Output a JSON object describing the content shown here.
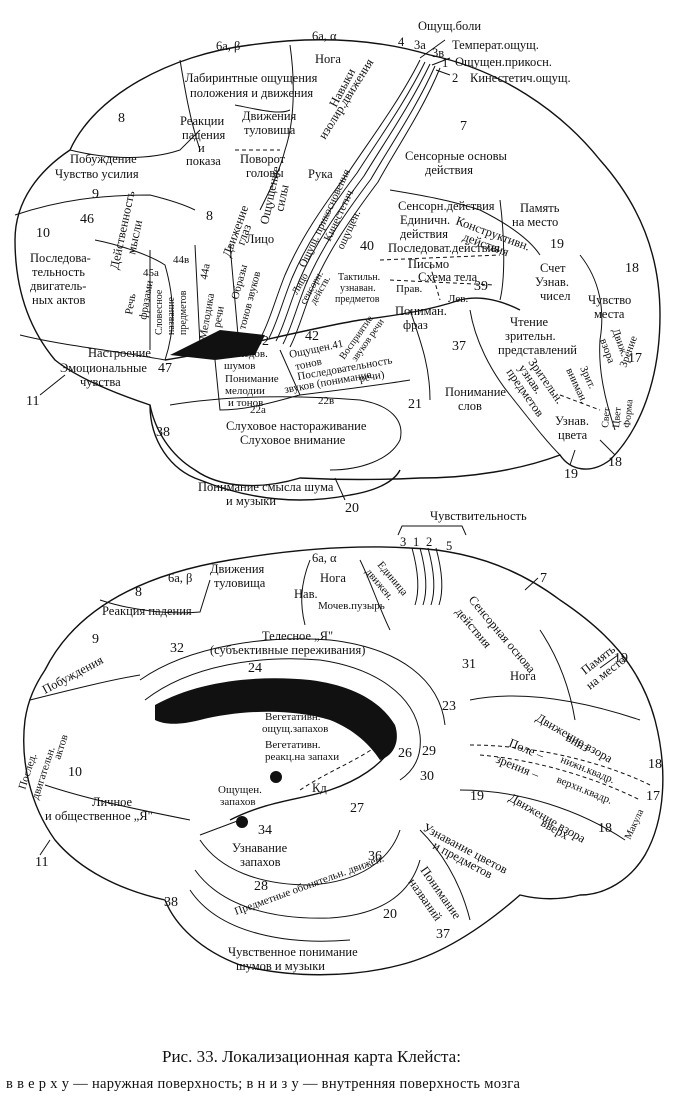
{
  "top_diagram": {
    "labels": {
      "bolli": "Ощущ.боли",
      "temp": "Температ.ощущ.",
      "prikosn": "Ощущен.прикосн.",
      "kinest": "Кинестетич.ощущ.",
      "l4": "4",
      "l3a": "3а",
      "l3v": "3в",
      "l1": "1",
      "l2": "2",
      "l6ab": "6а, β",
      "l6aa": "6а, α",
      "noga": "Нога",
      "navyki": "Навыки",
      "izolir": "изолир.движения",
      "labir1": "Лабиринтные ощущения",
      "labir2": "положения и движения",
      "l8a": "8",
      "reakcii1": "Реакции",
      "reakcii2": "падения",
      "reakcii3": "и",
      "reakcii4": "показа",
      "dvtul1": "Движения",
      "dvtul2": "туловища",
      "povorot1": "Поворот",
      "povorot2": "головы",
      "pobuzh1": "Побуждение",
      "pobuzh2": "Чувство усилия",
      "l9": "9",
      "ruka": "Рука",
      "oshsily1": "Ощущение",
      "oshsily2": "силы",
      "l7": "7",
      "sensor1": "Сенсорные основы",
      "sensor2": "действия",
      "l46": "46",
      "deistv1": "Действенность",
      "deistv2": "мысли",
      "l10": "10",
      "posled1": "Последова-",
      "posled2": "тельность",
      "posled3": "двигатель-",
      "posled4": "ных актов",
      "l8b": "8",
      "dvglaz1": "Движение",
      "dvglaz2": "глаз",
      "oshprik": "Ощущ. прикосновения",
      "kinest2": "Кинестетич.",
      "oshush": "ощущен.",
      "sensdeis": "Сенсорн.действия",
      "edinich1": "Единичн.",
      "edinich2": "действия",
      "posdeis": "Последоват.действия",
      "konstr1": "Конструктивн.",
      "konstr2": "действия",
      "pamyat1": "Память",
      "pamyat2": "на место",
      "l19a": "19",
      "l45a": "45а",
      "l44v": "44в",
      "l44a": "44а",
      "rech1": "Речь",
      "rech2": "фразами",
      "slovnaz1": "Словесное",
      "slovnaz2": "название",
      "slovnaz3": "предметов",
      "melod1": "Мелодика",
      "melod2": "речи",
      "obraz1": "Образы",
      "obraz2": "тонов звуков",
      "lico1": "Лицо",
      "lico2": "Лицо",
      "sensorn": "сенсорн.",
      "deistvl": "действ.",
      "l40": "40",
      "taktil1": "Тактильн.",
      "taktil2": "узнаван.",
      "taktil3": "предметов",
      "pismo": "Письмо",
      "shema": "Схема тела",
      "prav": "Прав.",
      "lev": "Лев.",
      "l39": "39",
      "schet1": "Счет",
      "schet2": "Узнав.",
      "schet3": "чисел",
      "l18a": "18",
      "chuvmesta1": "Чувство",
      "chuvmesta2": "места",
      "dvizh": "Движ.",
      "vzora": "взора",
      "zrenie": "Зрение",
      "l17": "17",
      "poniman1": "Пониман.",
      "poniman2": "фраз",
      "chtenie1": "Чтение",
      "chtenie2": "зрительн.",
      "chtenie3": "представлений",
      "nastr": "Настроение",
      "emoc1": "Эмоциональные",
      "emoc2": "чувства",
      "l47": "47",
      "l11a": "11",
      "posshum1": "Последов.",
      "posshum2": "шумов",
      "l52": "52",
      "oshton1": "Ощущен.41",
      "oshton2": "тонов",
      "l42": "42",
      "vospr1": "Восприятие",
      "vospr2": "звуков речи",
      "ponmel1": "Понимание",
      "ponmel2": "мелодии",
      "ponmel3": "и тонов",
      "l22a": "22а",
      "posl2": "Последовательность",
      "zvukov": "звуков (понимание",
      "rechi": "речи)",
      "l22v": "22в",
      "l21": "21",
      "l37a": "37",
      "ponslov1": "Понимание",
      "ponslov2": "слов",
      "zritel1": "Зрительн.",
      "zritel2": "узнав.",
      "zritel3": "предметов",
      "zritvn1": "Зрит.",
      "zritvn2": "вниман.",
      "svet1": "Свет",
      "svet2": "Цвет",
      "svet3": "Форма",
      "uzcv1": "Узнав.",
      "uzcv2": "цвета",
      "l19b": "19",
      "l18b": "18",
      "l38a": "38",
      "sluh1": "Слуховое настораживание",
      "sluh2": "Слуховое внимание",
      "ponsmysl1": "Понимание смысла шума",
      "ponsmysl2": "и музыки",
      "l20a": "20"
    }
  },
  "bottom_diagram": {
    "labels": {
      "chuvstv": "Чувствительность",
      "n3": "3",
      "n1": "1",
      "n2": "2",
      "n5": "5",
      "l6ab": "6а, β",
      "l6aa": "6а, α",
      "dvtul1": "Движения",
      "dvtul2": "туловища",
      "noga": "Нога",
      "edin1": "Единица",
      "edin2": "движен.",
      "l7": "7",
      "l8": "8",
      "reakpad": "Реакция падения",
      "nav": "Нав.",
      "mochev": "Мочев.пузырь",
      "sensosn1": "Сенсорная основа",
      "sensosn2": "действия",
      "l9": "9",
      "pobuzh": "Побуждения",
      "l32": "32",
      "telesn1": "Телесное „Я\"",
      "telesn2": "(субъективные переживания)",
      "l31": "31",
      "noga2": "Нога",
      "l19a": "19",
      "pamyat1": "Память",
      "pamyat2": "на место",
      "l24": "24",
      "l23": "23",
      "dvvz1": "Движение взора",
      "dvvz2": "вниз",
      "posled1": "Послед.",
      "posled2": "двигательн.",
      "posled3": "актов",
      "veget1": "Вегетативн.",
      "veget2": "ощущ.запахов",
      "veget3": "Вегетативн.",
      "veget4": "реакц.на запахи",
      "l26": "26",
      "l29": "29",
      "l30": "30",
      "pole1": "Поле –",
      "pole2": "нижн.квадр.",
      "pole3": "зрения –",
      "pole4": "верхн.квадр.",
      "l18a": "18",
      "l17": "17",
      "l10": "10",
      "kd": "Кд",
      "oshzap1": "Ощущен.",
      "oshzap2": "запахов",
      "l27": "27",
      "l19b": "19",
      "dvvv1": "Движение взора",
      "dvvv2": "вверх",
      "l18b": "18",
      "makula": "Макула",
      "lichn1": "Личное",
      "lichn2": "и общественное „Я\"",
      "l11": "11",
      "l34": "34",
      "uznzap1": "Узнавание",
      "uznzap2": "запахов",
      "predobon": "Предметные обонятельн. движен.",
      "l36": "36",
      "uzncv1": "Узнавание цветов",
      "uzncv2": "и предметов",
      "l28": "28",
      "ponnaz1": "Понимание",
      "ponnaz2": "названий",
      "l38": "38",
      "l20": "20",
      "l37": "37",
      "chuvpon1": "Чувственное понимание",
      "chuvpon2": "шумов и музыки"
    }
  },
  "caption": {
    "title": "Рис. 33. Локализационная карта Клейста:",
    "subtitle": "в в е р х у — наружная поверхность; в н и з у — внутренняя поверхность мозга"
  }
}
